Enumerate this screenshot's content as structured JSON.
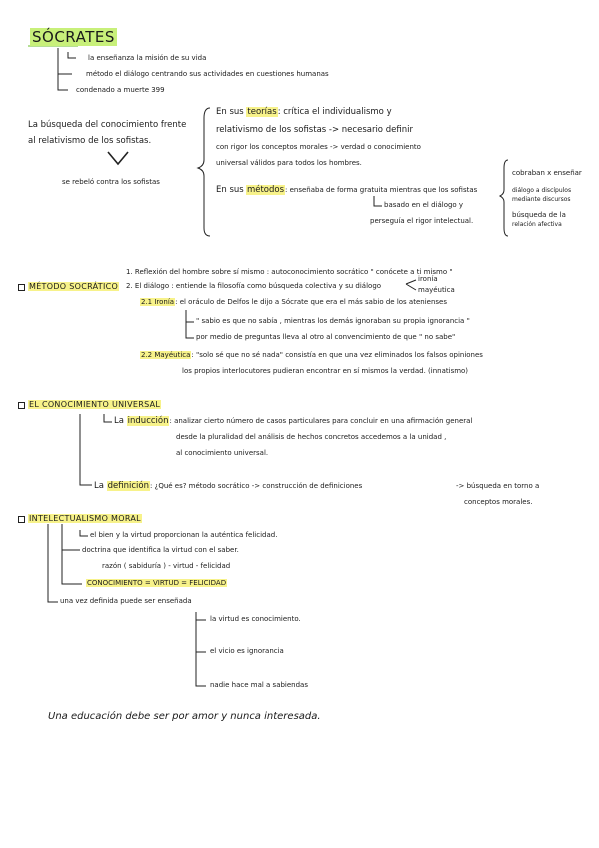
{
  "title": "SÓCRATES",
  "intro": {
    "line1": "la enseñanza la misión de su vida",
    "line2": "método el diálogo centrando sus actividades en cuestiones humanas",
    "line3": "condenado a muerte   399"
  },
  "left": {
    "busqueda1": "La búsqueda del conocimiento frente",
    "busqueda2": "al relativismo de los sofistas.",
    "rebelo": "se rebeló contra los sofistas"
  },
  "teorias": {
    "prefix": "En sus",
    "keyword": "teorías",
    "rest1": ": crítica el individualismo y",
    "line2": "relativismo de los sofistas -> necesario definir",
    "line3": "con rigor los conceptos morales -> verdad o conocimiento",
    "line4": "universal válidos para todos los hombres."
  },
  "metodos": {
    "prefix": "En sus",
    "keyword": "métodos",
    "rest1": ": enseñaba de forma gratuita mientras que los sofistas",
    "line2": "basado en el diálogo y",
    "line3": "perseguía el rigor intelectual."
  },
  "side_note": {
    "line1": "cobraban x enseñar",
    "line2": "diálogo a discípulos",
    "line3": "mediante discursos",
    "line4": "búsqueda de la",
    "line5": "relación afectiva"
  },
  "metodo_socratico": {
    "heading": "MÉTODO SOCRÁTICO",
    "item1": "1. Reflexión del hombre sobre sí mismo : autoconocimiento socrático \" conócete a ti mismo \"",
    "item2": "2. El diálogo : entiende la filosofía como búsqueda colectiva y su diálogo",
    "item2_branch1": "ironía",
    "item2_branch2": "mayéutica",
    "ironia_label": "2.1 Ironía",
    "ironia_text": ": el oráculo de Delfos le dijo a Sócrate que era el más sabio de los atenienses",
    "ironia_quote": "\" sabio es que no sabía , mientras los demás ignoraban su propia ignorancia \"",
    "ironia_preguntas": "por medio de preguntas lleva al otro al convencimiento de que \" no sabe\"",
    "mayeutica_label": "2.2 Mayéutica",
    "mayeutica_text": ": \"solo sé que no sé nada\" consistía en que una vez eliminados los falsos opiniones",
    "mayeutica_text2": "los propios interlocutores pudieran encontrar en sí mismos la verdad. (innatismo)"
  },
  "conocimiento_universal": {
    "heading": "EL CONOCIMIENTO UNIVERSAL",
    "induccion_prefix": "La",
    "induccion_kw": "inducción",
    "induccion1": ": analizar cierto número de casos particulares para concluir en una afirmación general",
    "induccion2": "desde la pluralidad del análisis de hechos concretos accedemos a la unidad ,",
    "induccion3": "al conocimiento universal.",
    "definicion_prefix": "La",
    "definicion_kw": "definición",
    "definicion1": ": ¿Qué es? método socrático -> construcción de definiciones",
    "definicion2": "-> búsqueda en torno a",
    "definicion3": "conceptos morales."
  },
  "intelectualismo": {
    "heading": "INTELECTUALISMO MORAL",
    "line1": "el bien y la virtud proporcionan la auténtica felicidad.",
    "line2": "doctrina que identifica la virtud con el saber.",
    "line3": "razón ( sabiduría ) - virtud - felicidad",
    "line4": "CONOCIMIENTO = VIRTUD = FELICIDAD",
    "line5": "una vez definida puede ser enseñada",
    "sub1": "la virtud es conocimiento.",
    "sub2": "el vicio es ignorancia",
    "sub3": "nadie hace mal a sabiendas"
  },
  "closing": "Una educación debe ser por amor y nunca interesada."
}
